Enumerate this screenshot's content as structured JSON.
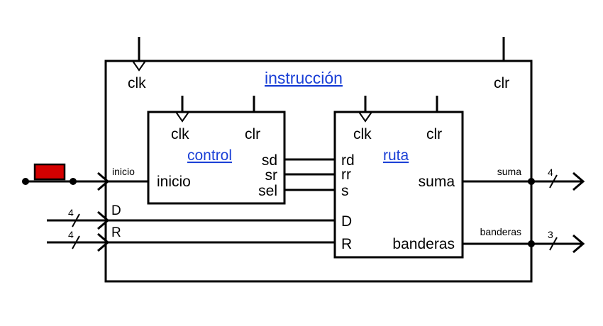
{
  "top": {
    "title": "instrucción",
    "clk_label": "clk",
    "clr_label": "clr",
    "in_labels": {
      "inicio": "inicio",
      "D": "D",
      "R": "R"
    },
    "out_labels": {
      "suma": "suma",
      "banderas": "banderas"
    },
    "bus_widths": {
      "D": "4",
      "R": "4",
      "suma": "4",
      "banderas": "3"
    }
  },
  "control": {
    "title": "control",
    "clk_label": "clk",
    "clr_label": "clr",
    "inicio_label": "inicio",
    "outputs": [
      "sd",
      "sr",
      "sel"
    ]
  },
  "ruta": {
    "title": "ruta",
    "clk_label": "clk",
    "clr_label": "clr",
    "inputs": [
      "rd",
      "rr",
      "s",
      "D",
      "R"
    ],
    "outputs": [
      "suma",
      "banderas"
    ]
  },
  "colors": {
    "link": "#1a3fd6",
    "button": "#d40000"
  },
  "icons": {
    "inicio_button": "red-pushbutton-icon",
    "clock_input": "clock-triangle-icon"
  }
}
